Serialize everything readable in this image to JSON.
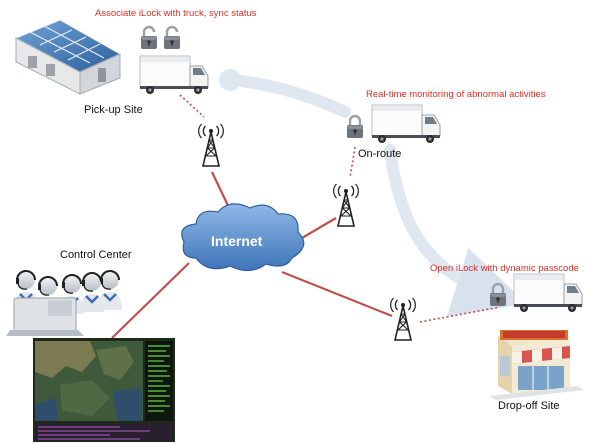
{
  "labels": {
    "associate": "Associate iLock with truck, sync status",
    "pickup": "Pick-up Site",
    "realtime": "Real-time monitoring of abnormal activities",
    "onroute": "On-route",
    "internet": "Internet",
    "control": "Control Center",
    "open": "Open iLock with dynamic passcode",
    "dropoff": "Drop-off Site"
  },
  "colors": {
    "accent_red": "#d9302a",
    "link_red": "#c0504d",
    "cloud_blue": "#4f86c6",
    "route_blue": "#dde6f0"
  },
  "icons": [
    "warehouse-icon",
    "padlock-icon",
    "truck-icon",
    "radio-tower-icon",
    "cloud-icon",
    "operator-icon",
    "map-dashboard-icon",
    "store-icon"
  ]
}
